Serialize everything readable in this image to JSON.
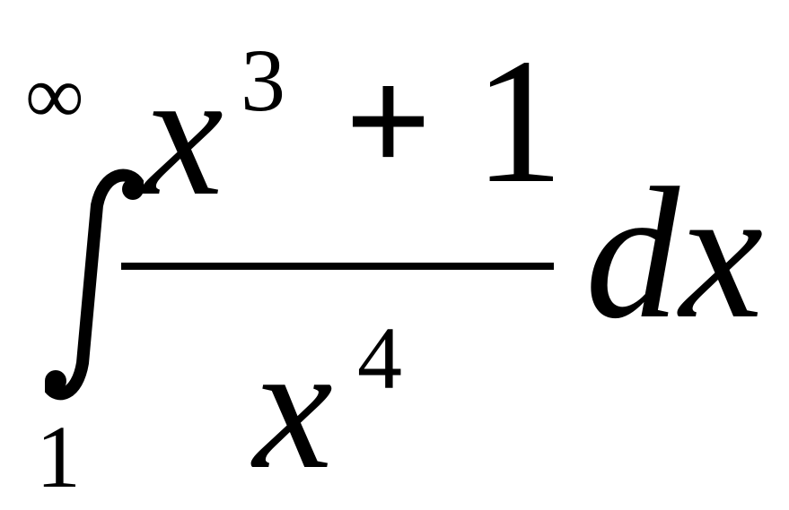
{
  "formula": {
    "integral": {
      "upper_limit": "∞",
      "lower_limit": "1"
    },
    "numerator": {
      "variable": "x",
      "exponent": "3",
      "operator": "+",
      "constant": "1"
    },
    "denominator": {
      "variable": "x",
      "exponent": "4"
    },
    "differential": "dx"
  }
}
